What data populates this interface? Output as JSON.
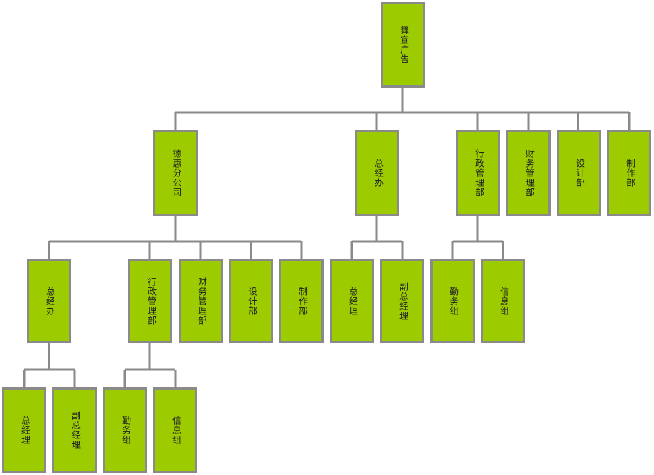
{
  "colors": {
    "fill": "#9ccc00",
    "border": "#8a8a8a",
    "line": "#8a8a8a",
    "text": "#222222"
  },
  "nodes": {
    "root": "舞宣广告",
    "dehui": "德惠分公司",
    "zjb_top": "总经办",
    "xz_top": "行政管理部",
    "cw_top": "财务管理部",
    "sj_top": "设计部",
    "zz_top": "制作部",
    "zjb_dh": "总经办",
    "xz_dh": "行政管理部",
    "cw_dh": "财务管理部",
    "sj_dh": "设计部",
    "zz_dh": "制作部",
    "zjl_top": "总经理",
    "fzjl_top": "副总经理",
    "qw_top": "勤务组",
    "xx_top": "信息组",
    "zjl_dh": "总经理",
    "fzjl_dh": "副总经理",
    "qw_dh": "勤务组",
    "xx_dh": "信息组"
  }
}
